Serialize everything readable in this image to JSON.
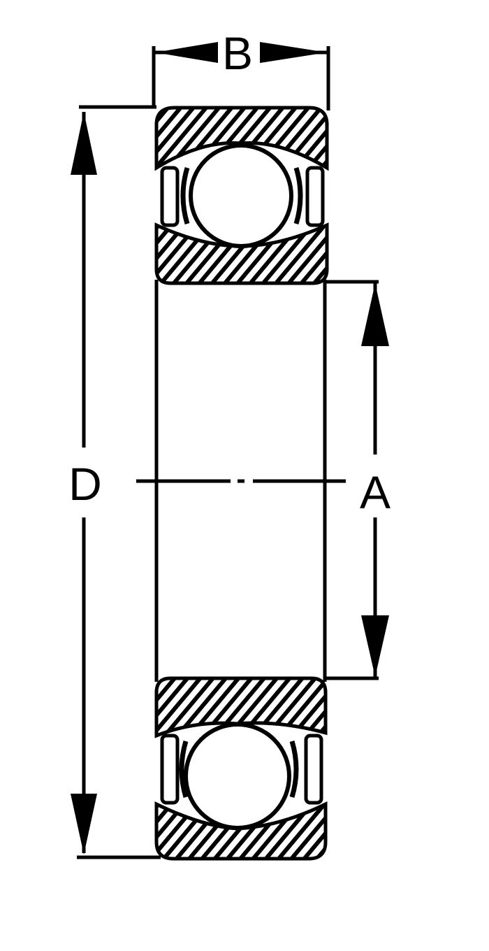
{
  "diagram": {
    "labels": {
      "width": "B",
      "outer_diameter": "D",
      "bore_diameter": "A"
    },
    "colors": {
      "ink": "#000000",
      "background": "#ffffff"
    }
  }
}
